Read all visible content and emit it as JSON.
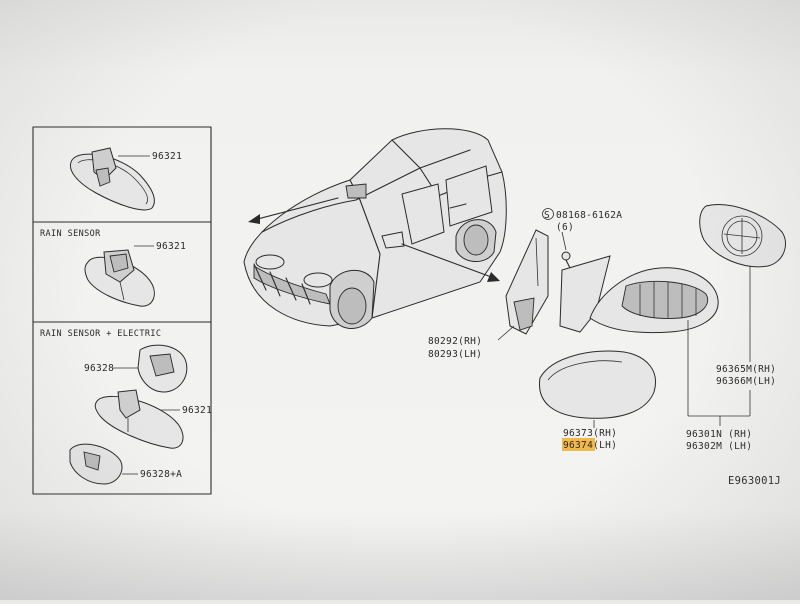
{
  "diagram_code": "E963001J",
  "boxes": {
    "mirror_inner": {
      "part": "96321"
    },
    "rain_sensor": {
      "title": "RAIN SENSOR",
      "part": "96321"
    },
    "rain_sensor_electric": {
      "title": "RAIN SENSOR + ELECTRIC",
      "upper_cover": "96328",
      "mirror": "96321",
      "lower_cover": "96328+A"
    }
  },
  "parts": {
    "bolt_line1": "S 08168-6162A",
    "bolt_line2": "(6)",
    "corner_trim_rh": "80292(RH)",
    "corner_trim_lh": "80293(LH)",
    "cover_rh": "96373(RH)",
    "cover_lh": "96374(LH)",
    "glass_rh": "96365M(RH)",
    "glass_lh": "96366M(LH)",
    "assembly_rh": "96301N (RH)",
    "assembly_lh": "96302M (LH)"
  },
  "colors": {
    "highlight": "#f2b84a",
    "ink": "#2b2b2b"
  }
}
